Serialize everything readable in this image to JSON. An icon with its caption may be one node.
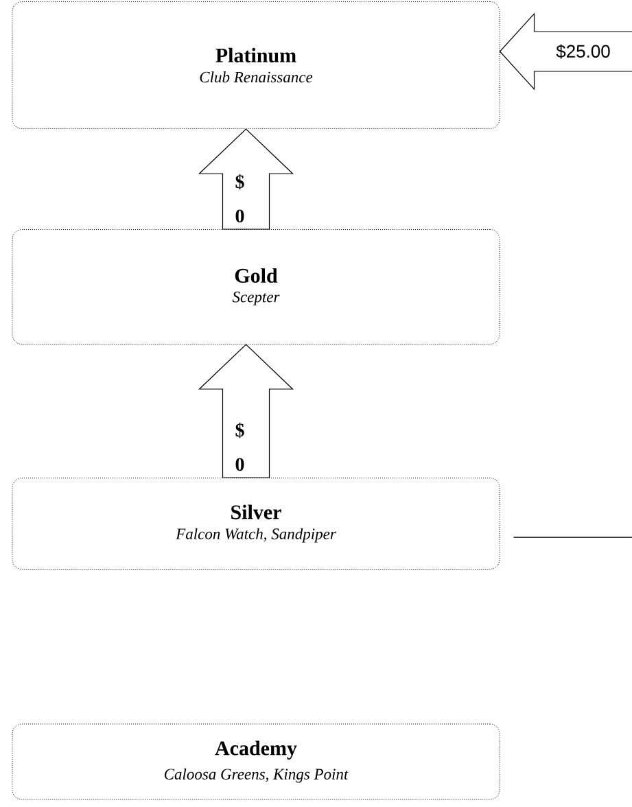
{
  "diagram": {
    "nodes": [
      {
        "text": [
          "Platinum",
          "Club Renaissance"
        ]
      },
      {
        "text": [
          "Gold",
          "Scepter"
        ]
      },
      {
        "text": [
          "Silver",
          "Falcon Watch, Sandpiper"
        ]
      },
      {
        "text": [
          "Academy",
          "Caloosa Greens, Kings Point"
        ]
      }
    ],
    "edges": [
      {
        "from": 1,
        "to": 0,
        "arrow": "to",
        "label": "$ 0"
      },
      {
        "from": 2,
        "to": 1,
        "arrow": "to",
        "label": "$ 0"
      },
      {
        "from": null,
        "to": 0,
        "arrow": "to",
        "label": "$25.00"
      },
      {
        "from": 2,
        "to": null,
        "arrow": "none"
      }
    ]
  }
}
